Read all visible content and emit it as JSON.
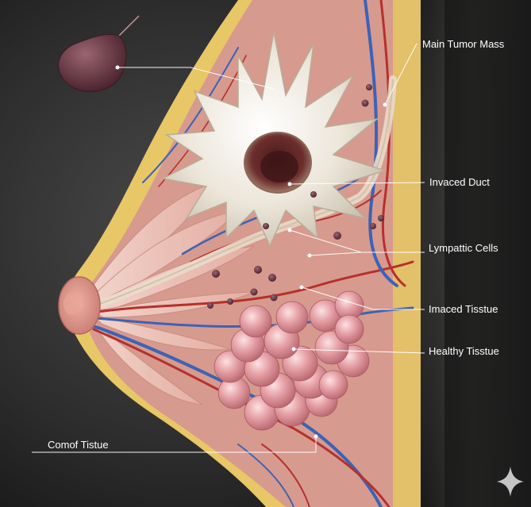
{
  "labels": {
    "main_tumor_mass": "Main Tumor Mass",
    "invaced_duct": "Invaced Duct",
    "lympattic_cells": "Lympattic Cells",
    "imaced_tisstue": "Imaced Tisstue",
    "healthy_tisstue": "Healthy Tisstue",
    "comof_tistue": "Comof Tistue"
  },
  "colors": {
    "background_dark": "#161616",
    "background_mid": "#4a4a4a",
    "skin_yellow": "#e8c766",
    "breast_tissue": "#d79a8e",
    "tumor": "#ece6da",
    "lobules": "#e29aa2",
    "vessel_blue": "#3c63b6",
    "vessel_red": "#b5312c"
  },
  "icons": {
    "corner": "sparkle-icon"
  }
}
